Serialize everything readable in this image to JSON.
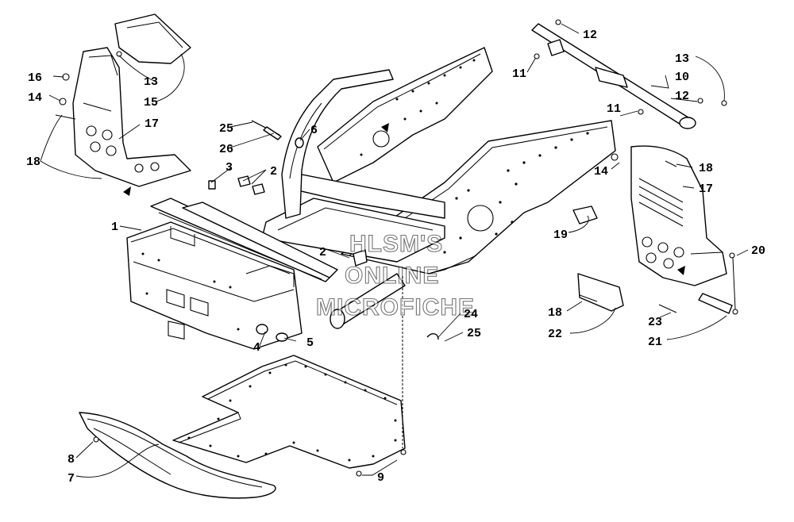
{
  "diagram": {
    "watermark": [
      "HLSM'S",
      "ONLINE",
      "MICROFICHE"
    ],
    "callouts": [
      {
        "id": "c1",
        "label": "1"
      },
      {
        "id": "c2a",
        "label": "2"
      },
      {
        "id": "c2b",
        "label": "2"
      },
      {
        "id": "c3",
        "label": "3"
      },
      {
        "id": "c4",
        "label": "4"
      },
      {
        "id": "c5",
        "label": "5"
      },
      {
        "id": "c6",
        "label": "6"
      },
      {
        "id": "c7",
        "label": "7"
      },
      {
        "id": "c8",
        "label": "8"
      },
      {
        "id": "c9",
        "label": "9"
      },
      {
        "id": "c10",
        "label": "10"
      },
      {
        "id": "c11a",
        "label": "11"
      },
      {
        "id": "c11b",
        "label": "11"
      },
      {
        "id": "c12a",
        "label": "12"
      },
      {
        "id": "c12b",
        "label": "12"
      },
      {
        "id": "c13a",
        "label": "13"
      },
      {
        "id": "c13b",
        "label": "13"
      },
      {
        "id": "c14a",
        "label": "14"
      },
      {
        "id": "c14b",
        "label": "14"
      },
      {
        "id": "c15",
        "label": "15"
      },
      {
        "id": "c16",
        "label": "16"
      },
      {
        "id": "c17a",
        "label": "17"
      },
      {
        "id": "c17b",
        "label": "17"
      },
      {
        "id": "c18a",
        "label": "18"
      },
      {
        "id": "c18b",
        "label": "18"
      },
      {
        "id": "c18c",
        "label": "18"
      },
      {
        "id": "c19",
        "label": "19"
      },
      {
        "id": "c20",
        "label": "20"
      },
      {
        "id": "c21",
        "label": "21"
      },
      {
        "id": "c22",
        "label": "22"
      },
      {
        "id": "c23",
        "label": "23"
      },
      {
        "id": "c24",
        "label": "24"
      },
      {
        "id": "c25a",
        "label": "25"
      },
      {
        "id": "c25b",
        "label": "25"
      },
      {
        "id": "c26",
        "label": "26"
      }
    ]
  }
}
